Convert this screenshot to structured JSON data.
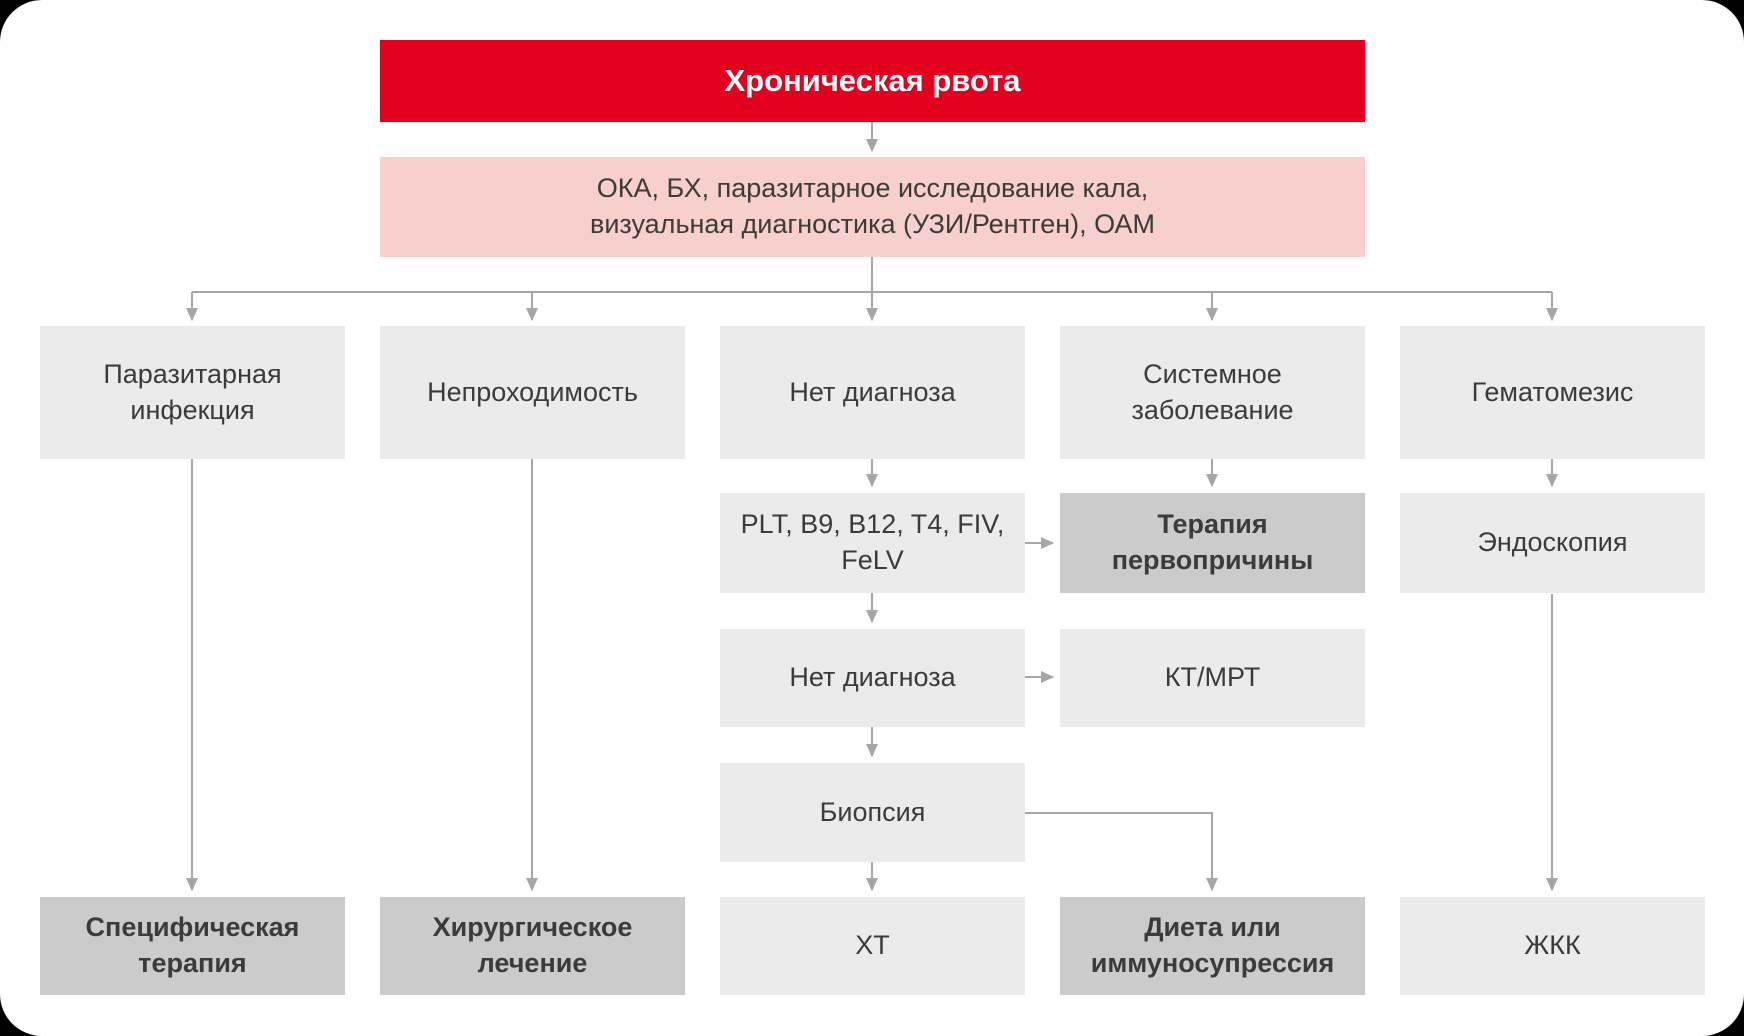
{
  "colors": {
    "red": "#e2001e",
    "pink": "#f7cfcc",
    "light-gray": "#ebebeb",
    "dark-gray": "#cbcbcb",
    "text": "#3b3b3a",
    "title-text": "#ffffff",
    "arrow": "#a6a6a6",
    "background": "#ffffff",
    "backdrop": "#000000"
  },
  "nodes": {
    "root": {
      "label": "Хроническая рвота"
    },
    "initial_workup": {
      "label": "ОКА, БХ, паразитарное исследование кала,\nвизуальная диагностика (УЗИ/Рентген), ОАМ"
    },
    "parasitic_infection": {
      "label": "Паразитарная\nинфекция"
    },
    "obstruction": {
      "label": "Непроходимость"
    },
    "no_diagnosis_1": {
      "label": "Нет диагноза"
    },
    "systemic_disease": {
      "label": "Системное\nзаболевание"
    },
    "hematemesis": {
      "label": "Гематомезис"
    },
    "lab_panel": {
      "label": "PLT, B9, B12, T4, FIV,\nFeLV"
    },
    "root_cause_therapy": {
      "label": "Терапия\nпервопричины"
    },
    "endoscopy": {
      "label": "Эндоскопия"
    },
    "no_diagnosis_2": {
      "label": "Нет диагноза"
    },
    "ct_mri": {
      "label": "КТ/МРТ"
    },
    "biopsy": {
      "label": "Биопсия"
    },
    "specific_therapy": {
      "label": "Специфическая\nтерапия"
    },
    "surgical_treatment": {
      "label": "Хирургическое\nлечение"
    },
    "chemotherapy": {
      "label": "ХТ"
    },
    "diet_or_immunosuppression": {
      "label": "Диета или\nиммуносупрессия"
    },
    "gi_bleeding": {
      "label": "ЖКК"
    }
  },
  "edges": [
    {
      "from": "root",
      "to": "initial_workup"
    },
    {
      "from": "initial_workup",
      "to": "parasitic_infection"
    },
    {
      "from": "initial_workup",
      "to": "obstruction"
    },
    {
      "from": "initial_workup",
      "to": "no_diagnosis_1"
    },
    {
      "from": "initial_workup",
      "to": "systemic_disease"
    },
    {
      "from": "initial_workup",
      "to": "hematemesis"
    },
    {
      "from": "parasitic_infection",
      "to": "specific_therapy"
    },
    {
      "from": "obstruction",
      "to": "surgical_treatment"
    },
    {
      "from": "no_diagnosis_1",
      "to": "lab_panel"
    },
    {
      "from": "lab_panel",
      "to": "root_cause_therapy"
    },
    {
      "from": "systemic_disease",
      "to": "root_cause_therapy"
    },
    {
      "from": "lab_panel",
      "to": "no_diagnosis_2"
    },
    {
      "from": "no_diagnosis_2",
      "to": "ct_mri"
    },
    {
      "from": "no_diagnosis_2",
      "to": "biopsy"
    },
    {
      "from": "biopsy",
      "to": "chemotherapy"
    },
    {
      "from": "biopsy",
      "to": "diet_or_immunosuppression"
    },
    {
      "from": "hematemesis",
      "to": "endoscopy"
    },
    {
      "from": "endoscopy",
      "to": "gi_bleeding"
    }
  ]
}
